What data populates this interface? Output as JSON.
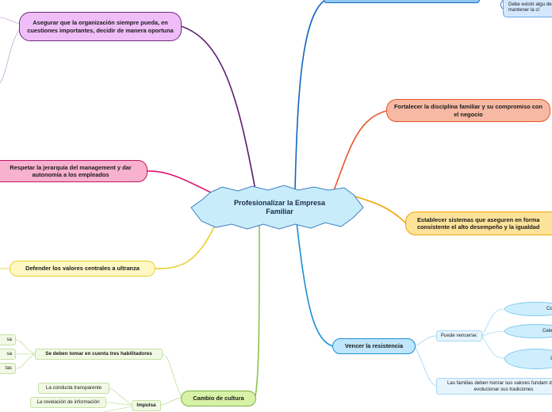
{
  "central": {
    "label": "Profesionalizar la Empresa Familiar"
  },
  "branches": {
    "asegurar": "Asegurar que la organización siempre pueda, en cuestiones importantes, decidir de manera oportuna",
    "respetar": "Respetar la jerarquía del management y dar autonomía a los empleados",
    "defender": "Defender los valores centrales a ultranza",
    "cambio": "Cambio de cultura",
    "fortalecer": "Fortalecer la disciplina familiar y su compromiso con el negocio",
    "establecer": "Establecer sistemas que aseguren en forma consistente el alto desempeño y la igualdad",
    "vencer": "Vencer la resistencia"
  },
  "cambio_children": {
    "habilitadores": "Se deben tomar en cuenta tres habilitadores",
    "impulsa": "Impulsa",
    "impulsa_items": [
      "La conducta transparente",
      "La revelación de información"
    ],
    "habilitadores_items": [
      "sa",
      "sa",
      "tas"
    ]
  },
  "vencer_children": {
    "puede": "Puede vencerse:",
    "clouds": [
      "Con a",
      "Celebra",
      "Con"
    ],
    "familias": "Las familias deben honrar sus valores fundam dejar evolucionar sus tradiciones"
  },
  "top_right": {
    "text": "Debe existir algu de mantener la cl"
  },
  "colors": {
    "purple": "#5a1a6e",
    "pink": "#e0146e",
    "yellow": "#e8d12a",
    "olive": "#8bc34a",
    "orange": "#e8542a",
    "gold": "#f0a500",
    "blue": "#1a8fd6",
    "darkblue": "#1565c0"
  }
}
